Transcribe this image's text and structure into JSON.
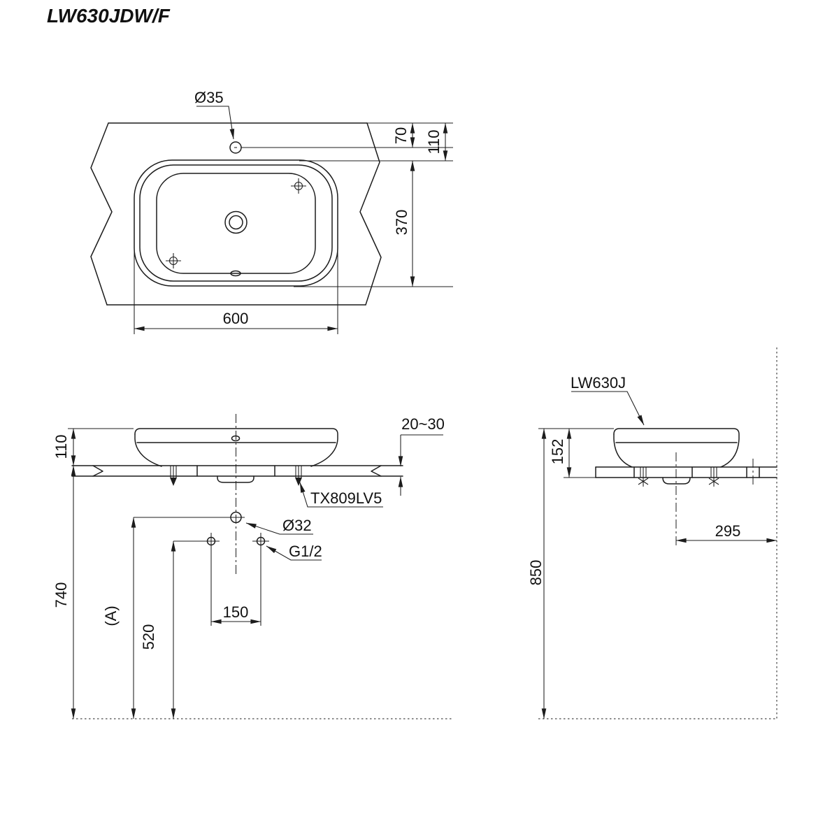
{
  "title": "LW630JDW/F",
  "colors": {
    "line": "#1c1c1c",
    "background": "#ffffff",
    "text": "#111111"
  },
  "top_view": {
    "faucet_hole_label": "Ø35",
    "dim_faucet_to_edge": "70",
    "dim_cutout_to_edge": "110",
    "dim_cutout_depth": "370",
    "dim_cutout_width": "600"
  },
  "front_view": {
    "dim_basin_height": "110",
    "dim_counter_thickness": "20~30",
    "fixing_bolt_label": "TX809LV5",
    "drain_label": "Ø32",
    "supply_label": "G1/2",
    "dim_counter_height": "740",
    "dim_drain_height": "(A)",
    "dim_supply_height": "520",
    "dim_supply_spacing": "150"
  },
  "side_view": {
    "product_label": "LW630J",
    "dim_basin_with_counter_height": "152",
    "dim_drain_to_wall": "295",
    "dim_rim_height": "850"
  }
}
